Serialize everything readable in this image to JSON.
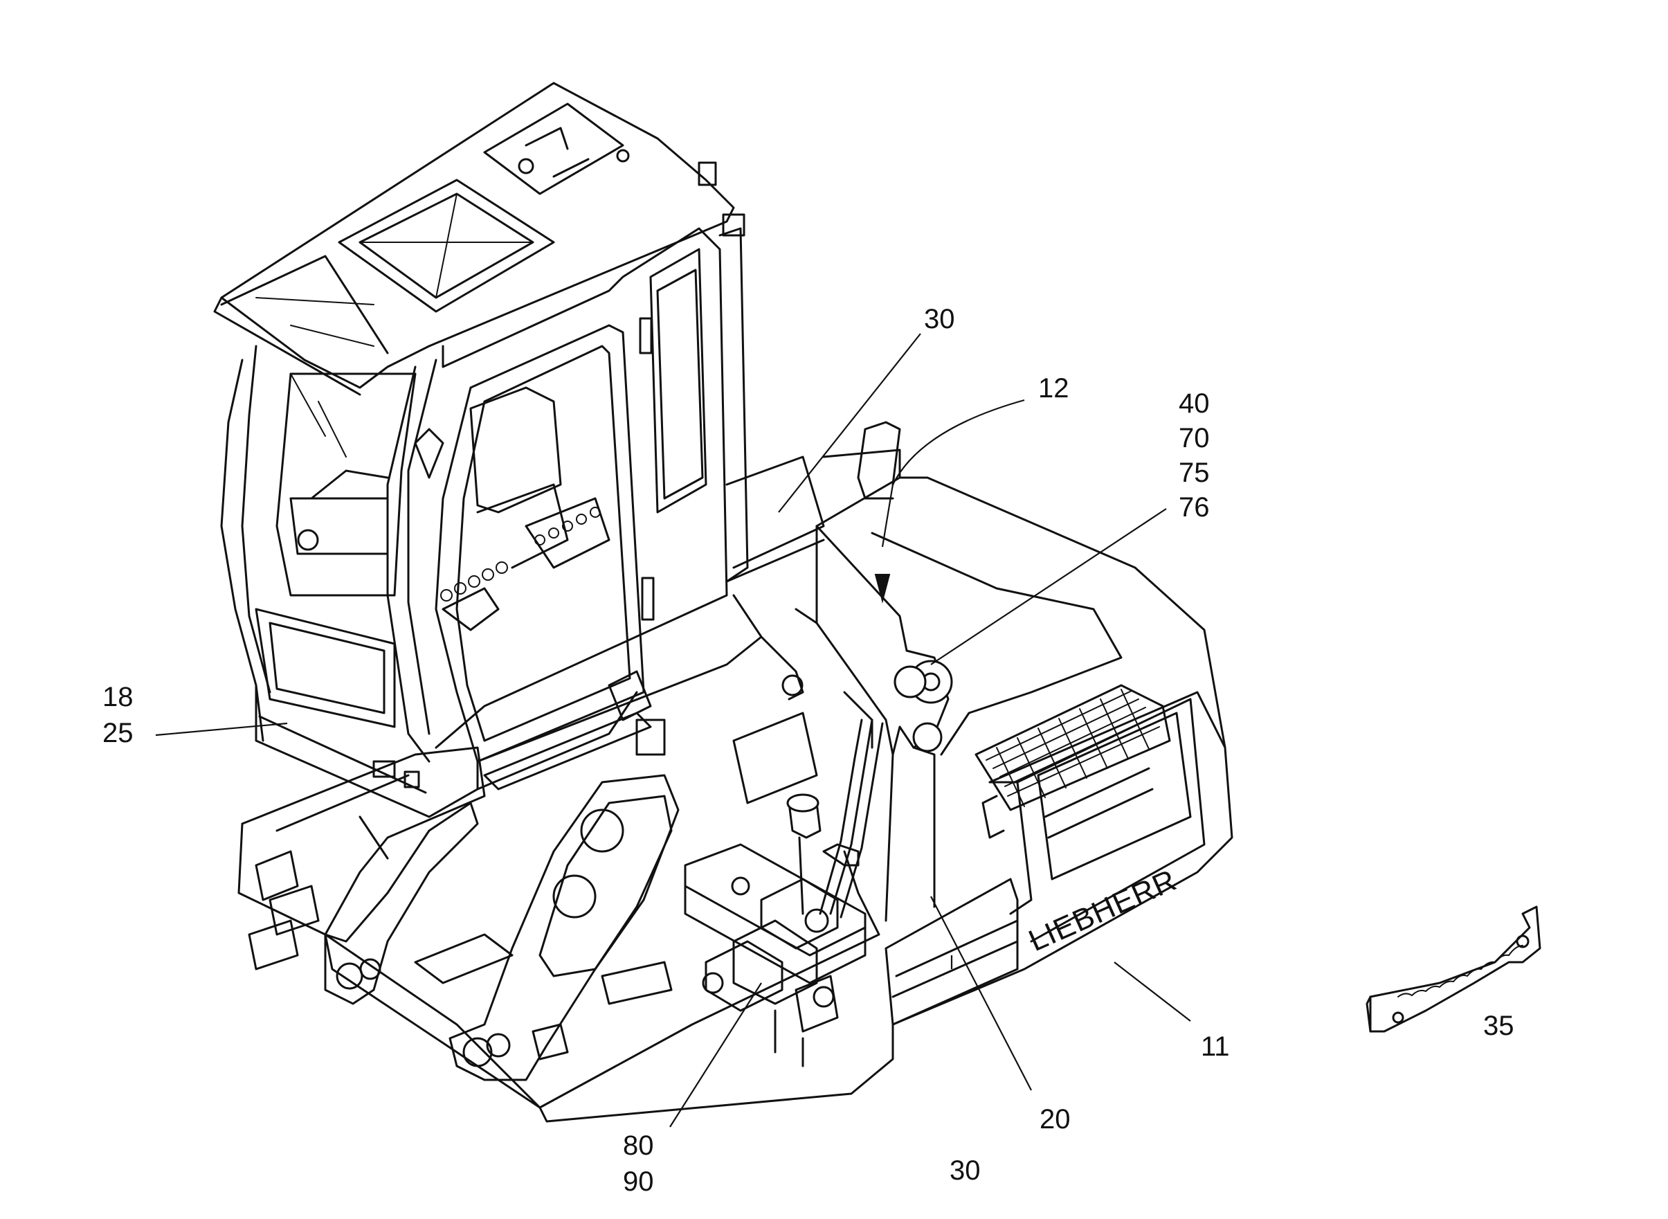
{
  "diagram": {
    "brand_text": "LIEBHERR",
    "callouts": [
      {
        "id": "c30top",
        "lines": [
          "30"
        ]
      },
      {
        "id": "c12",
        "lines": [
          "12"
        ]
      },
      {
        "id": "c40",
        "lines": [
          "40",
          "70",
          "75",
          "76"
        ]
      },
      {
        "id": "c18",
        "lines": [
          "18",
          "25"
        ]
      },
      {
        "id": "c11",
        "lines": [
          "11"
        ]
      },
      {
        "id": "c35",
        "lines": [
          "35"
        ]
      },
      {
        "id": "c20",
        "lines": [
          "20"
        ]
      },
      {
        "id": "c30bot",
        "lines": [
          "30"
        ]
      },
      {
        "id": "c80",
        "lines": [
          "80",
          "90"
        ]
      }
    ]
  }
}
